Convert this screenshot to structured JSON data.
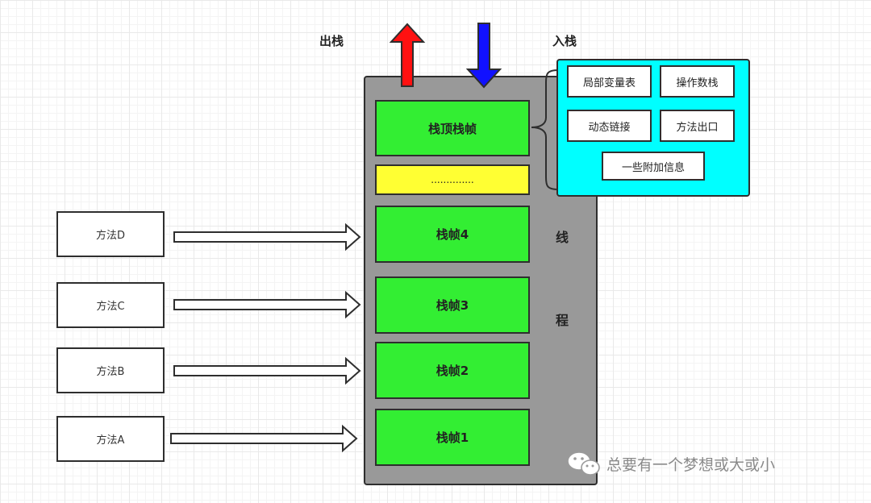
{
  "labels": {
    "pop": "出栈",
    "push": "入栈"
  },
  "thread": {
    "chars": [
      "线",
      "程"
    ]
  },
  "frames": {
    "top": "栈顶栈帧",
    "dots": "..............",
    "frame4": "栈帧4",
    "frame3": "栈帧3",
    "frame2": "栈帧2",
    "frame1": "栈帧1"
  },
  "frame_info": {
    "local_vars": "局部变量表",
    "operand_stack": "操作数栈",
    "dynamic_linking": "动态链接",
    "return_address": "方法出口",
    "extra_info": "一些附加信息"
  },
  "methods": {
    "d": "方法D",
    "c": "方法C",
    "b": "方法B",
    "a": "方法A"
  },
  "watermark": {
    "text": "总要有一个梦想或大或小",
    "icon": "wechat-icon"
  },
  "colors": {
    "thread": "#999999",
    "frame": "#33ee33",
    "dots_frame": "#ffff33",
    "info_panel": "#00ffff",
    "pop_arrow": "#ff1111",
    "push_arrow": "#1111ff"
  }
}
